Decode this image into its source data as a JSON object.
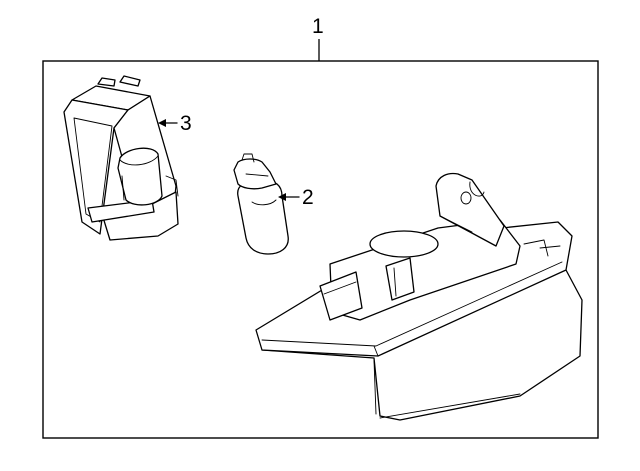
{
  "callouts": {
    "assembly": "1",
    "bulb": "2",
    "socket": "3"
  },
  "colors": {
    "line": "#000000",
    "background": "#ffffff"
  }
}
